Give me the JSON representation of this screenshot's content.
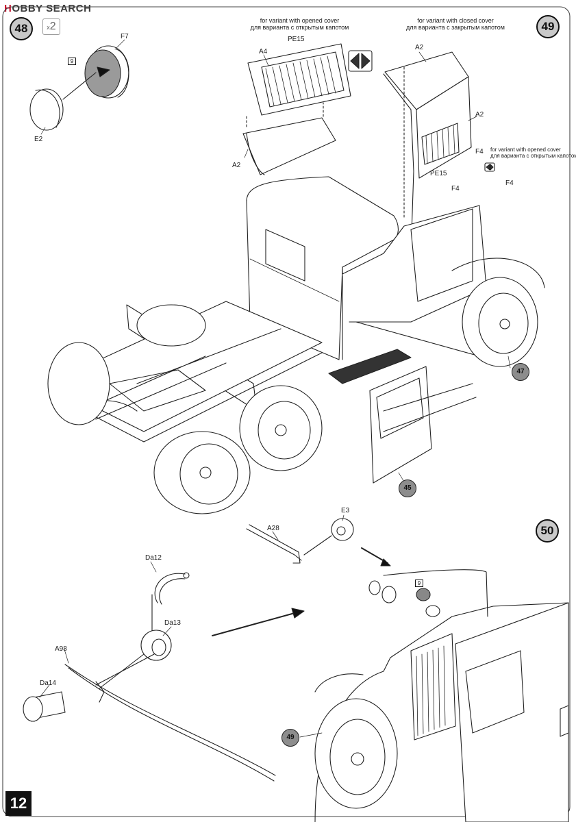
{
  "watermark": {
    "brand": "H",
    "rest": "OBBY SEARCH"
  },
  "page_number": "12",
  "steps": {
    "s48": "48",
    "s49": "49",
    "s50": "50"
  },
  "multiplier": {
    "x": "x",
    "n": "2"
  },
  "notes": {
    "opened_en": "for variant with opened cover",
    "opened_ru": "для варианта с открытым капотом",
    "closed_en": "for variant with closed cover",
    "closed_ru": "для варианта с закрытым капотом",
    "opened2_en": "for variant with opened cover",
    "opened2_ru": "для варианта с открытым капотом"
  },
  "parts": {
    "f7": "F7",
    "e2": "E2",
    "a4": "A4",
    "pe15_top": "PE15",
    "a2_left": "A2",
    "a2_top": "A2",
    "a2_grille": "A2",
    "f4_a": "F4",
    "pe15_mid": "PE15",
    "f4_b": "F4",
    "f4_c": "F4",
    "a28": "A28",
    "e3": "E3",
    "da12": "Da12",
    "da13": "Da13",
    "a98": "A98",
    "da14": "Da14"
  },
  "paint_codes": {
    "p1": "9",
    "p2": "9"
  },
  "refs": {
    "r47": "47",
    "r45": "45",
    "r49": "49"
  }
}
